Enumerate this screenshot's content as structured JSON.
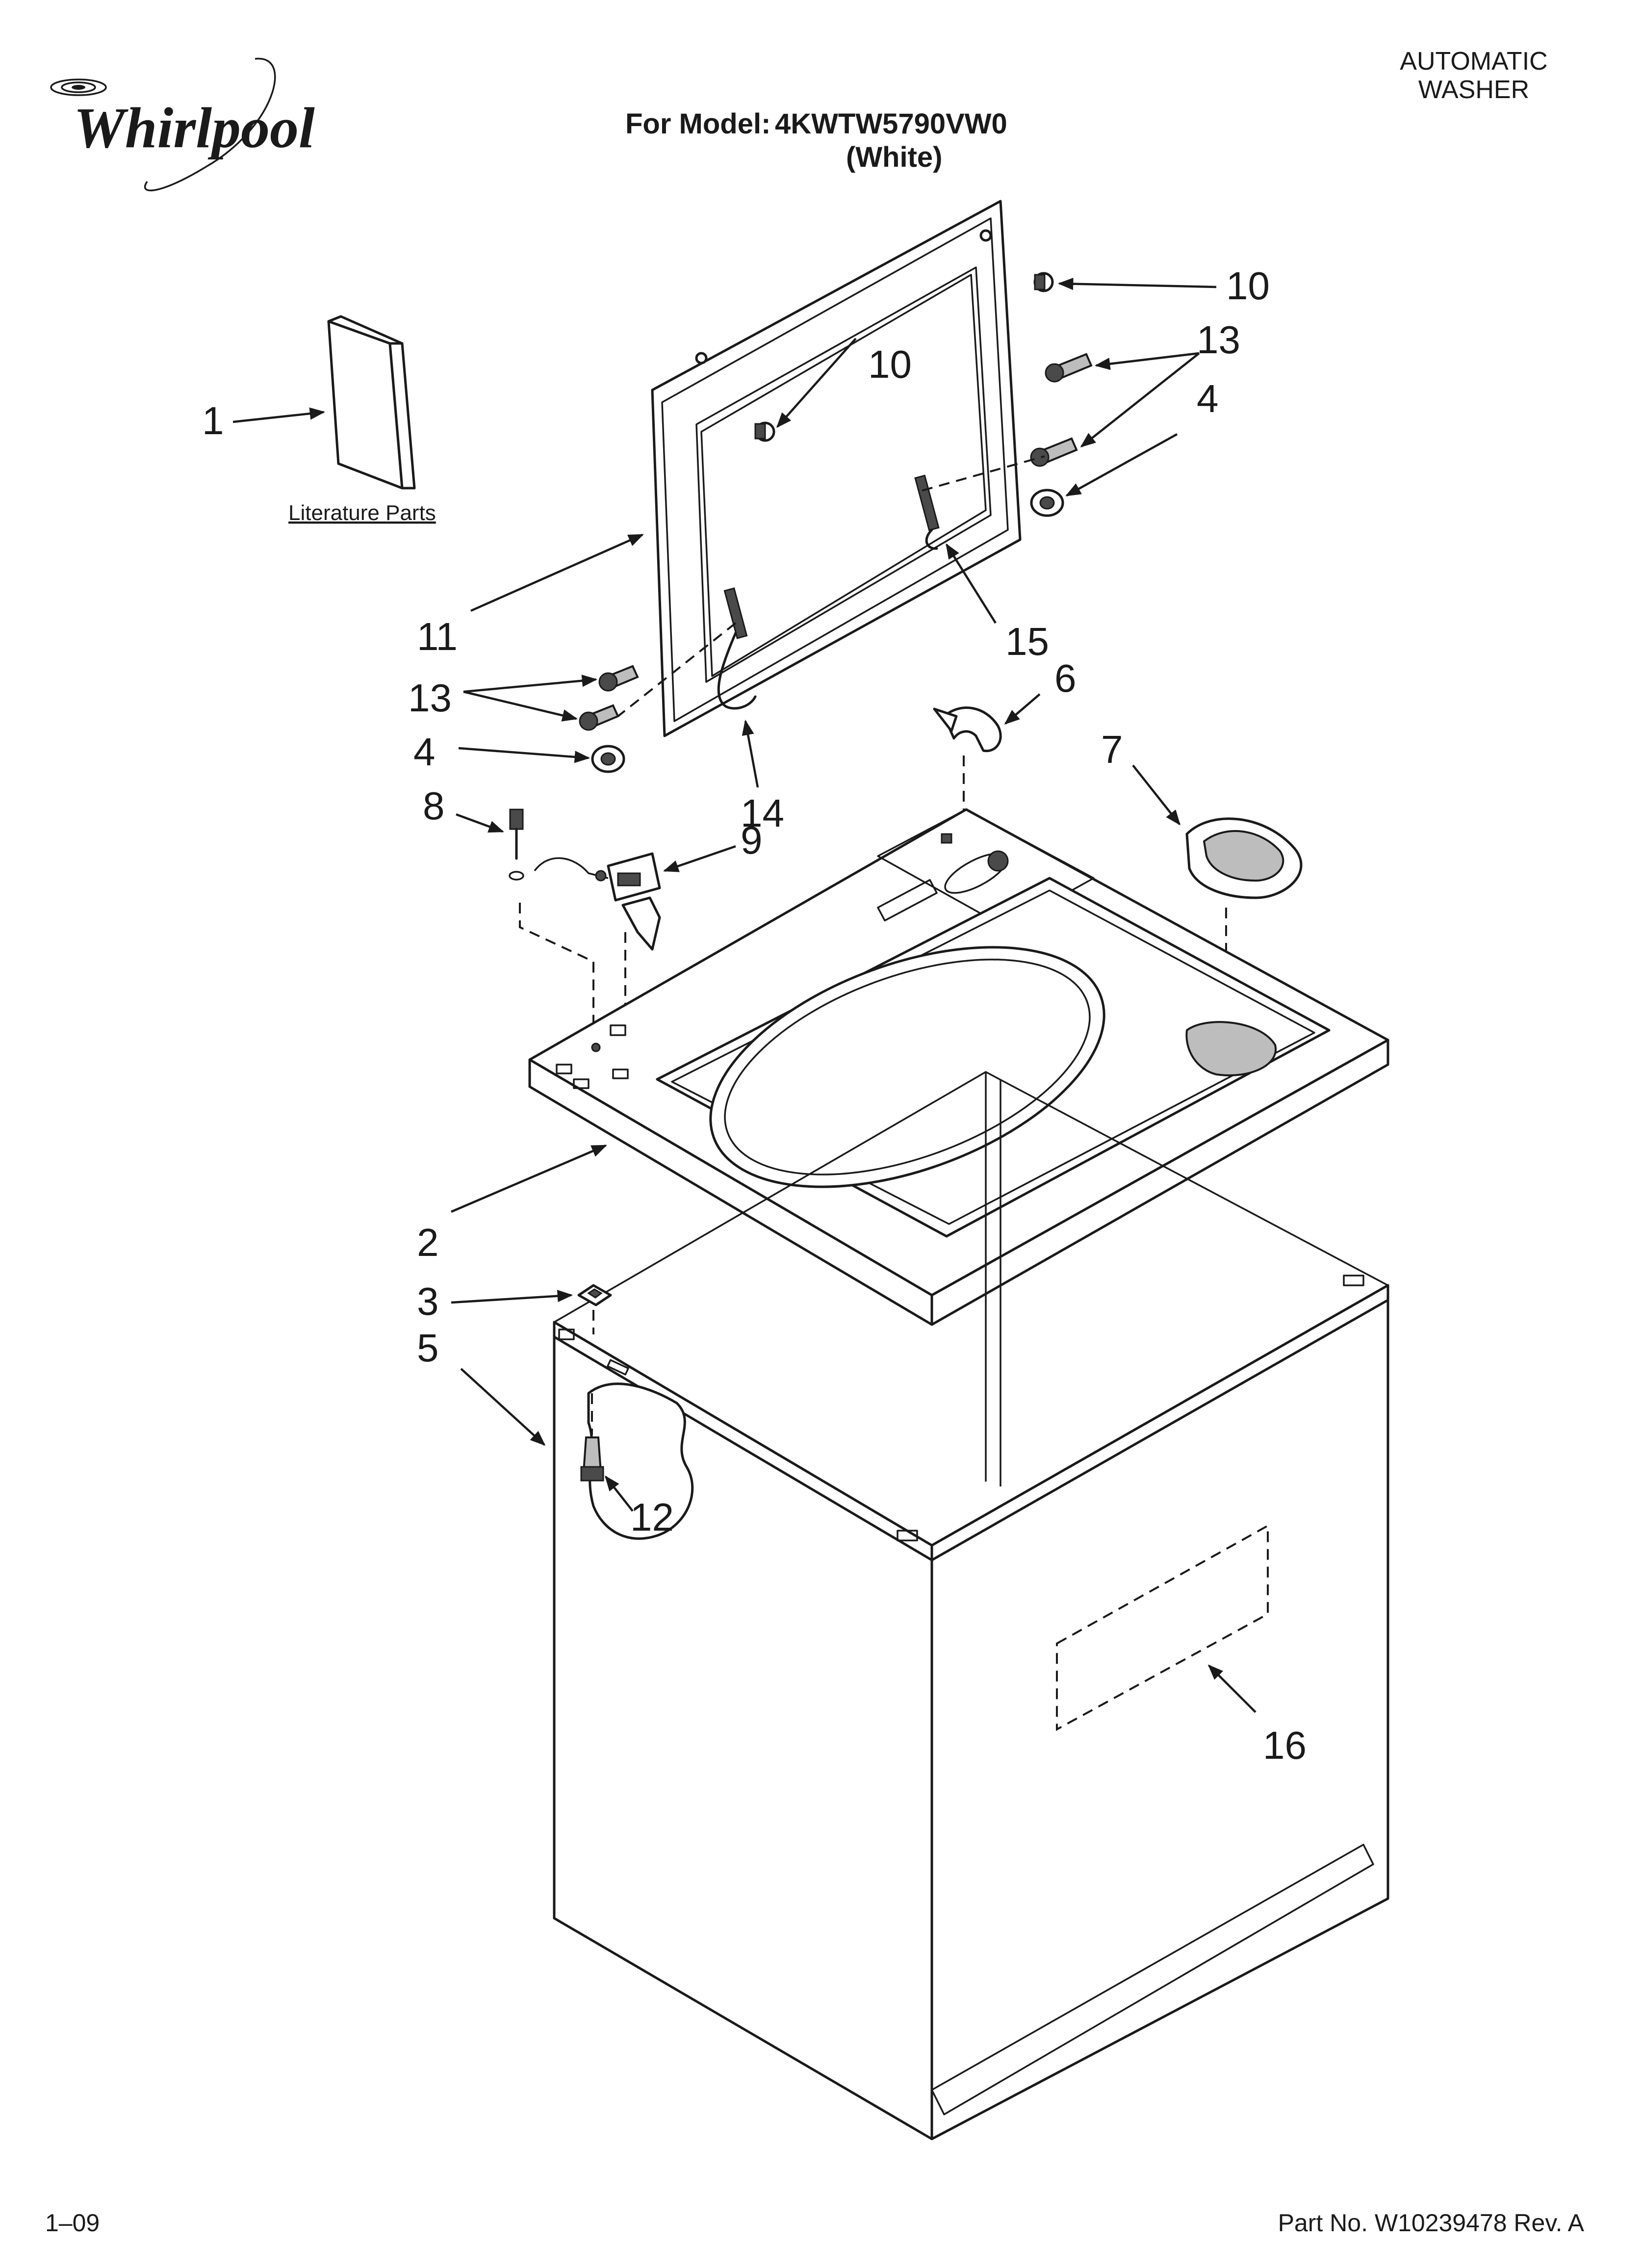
{
  "brand": "Whirlpool",
  "header": {
    "title_prefix": "For Model:",
    "model": "4KWTW5790VW0",
    "color_variant": "(White)",
    "category_line1": "AUTOMATIC",
    "category_line2": "WASHER"
  },
  "literature_label": "Literature Parts",
  "callouts": {
    "c1": "1",
    "c2": "2",
    "c3": "3",
    "c4a": "4",
    "c4b": "4",
    "c5": "5",
    "c6": "6",
    "c7": "7",
    "c8": "8",
    "c9": "9",
    "c10a": "10",
    "c10b": "10",
    "c11": "11",
    "c12": "12",
    "c13a": "13",
    "c13b": "13",
    "c14": "14",
    "c15": "15",
    "c16": "16"
  },
  "footer": {
    "date_code": "1–09",
    "part_number": "Part No. W10239478 Rev. A"
  }
}
